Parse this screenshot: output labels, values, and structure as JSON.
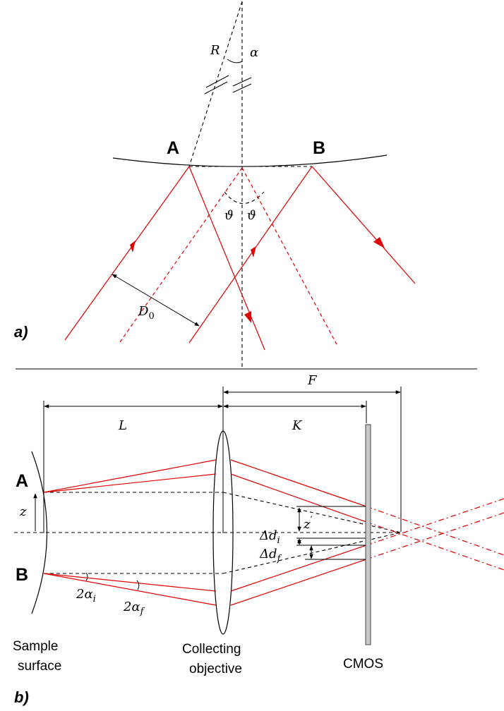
{
  "panel_a": {
    "label": "a)",
    "point_a": "A",
    "point_b": "B",
    "radius_label": "R",
    "alpha_label": "α",
    "theta_left": "ϑ",
    "theta_right": "ϑ",
    "d0_main": "D",
    "d0_sub": "0"
  },
  "panel_b": {
    "label": "b)",
    "point_a": "A",
    "point_b": "B",
    "f_label": "F",
    "l_label": "L",
    "k_label": "K",
    "z_label": "z",
    "z_prime_main": "z",
    "z_prime_sup": "′",
    "delta_di_main": "Δd",
    "delta_di_sub": "i",
    "delta_df_main": "Δd",
    "delta_df_sub": "f",
    "alpha_i_main": "2α",
    "alpha_i_sub": "i",
    "alpha_f_main": "2α",
    "alpha_f_sub": "f",
    "sample_line1": "Sample",
    "sample_line2": "surface",
    "objective_line1": "Collecting",
    "objective_line2": "objective",
    "cmos_label": "CMOS"
  },
  "colors": {
    "ray": "#e00000",
    "line": "#000000",
    "sensor_fill": "#c8c8c8"
  }
}
